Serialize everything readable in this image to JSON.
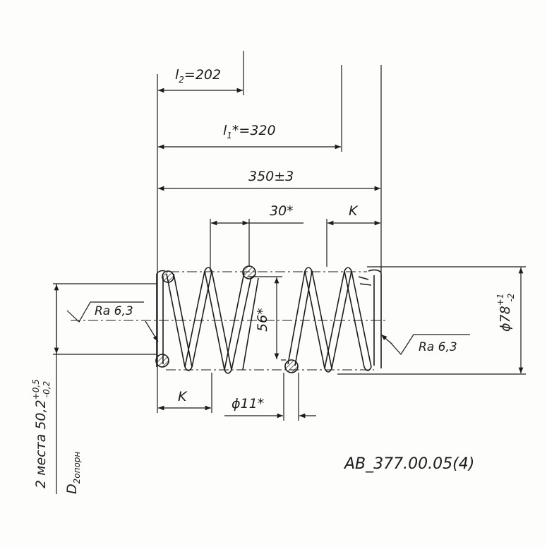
{
  "dimensions": {
    "l2_sym": "l",
    "l2_sub": "2",
    "l2_val": "=202",
    "l1_sym": "l",
    "l1_sub": "1",
    "l1_val": "*=320",
    "overall": "350±3",
    "pitch": "30*",
    "k_top": "K",
    "k_bottom": "K",
    "inner_diameter": "56*",
    "wire_diameter": "ϕ11*",
    "outer_prefix": "ϕ78",
    "outer_tol_upper": "+1",
    "outer_tol_lower": "-2",
    "bearing_main": "2 места 50,2",
    "bearing_tol_upper": "+0,5",
    "bearing_tol_lower": "-0,2",
    "bearing_d": "D",
    "bearing_sub": "2опорн"
  },
  "roughness": {
    "left": "Ra 6,3",
    "right": "Ra 6,3"
  },
  "drawing_number": "АВ_377.00.05(4)"
}
